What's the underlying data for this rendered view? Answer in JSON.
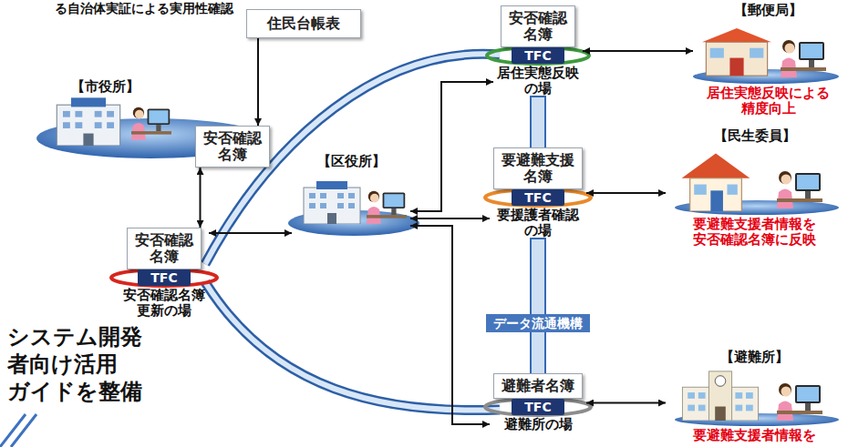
{
  "diagram": {
    "nodes": [
      {
        "text": [
          "住民台帳表"
        ]
      },
      {
        "text": [
          "【市役所】"
        ]
      },
      {
        "text": [
          "安否確認 名簿"
        ]
      },
      {
        "text": [
          "安否確認 名簿",
          "TFC",
          "安否確認名簿 更新の場"
        ]
      },
      {
        "text": [
          "【区役所】"
        ]
      },
      {
        "text": [
          "安否確認 名簿",
          "TFC",
          "居住実態反映 の場"
        ]
      },
      {
        "text": [
          "【郵便局】",
          "居住実態反映による 精度向上"
        ]
      },
      {
        "text": [
          "要避難支援 名簿",
          "TFC",
          "要援護者確認 の場"
        ]
      },
      {
        "text": [
          "【民生委員】",
          "要避難支援者情報を 安否確認名簿に反映"
        ]
      },
      {
        "text": [
          "データ流通機構"
        ]
      },
      {
        "text": [
          "避難者名簿",
          "TFC",
          "避難所の場"
        ]
      },
      {
        "text": [
          "【避難所】",
          "要避難支援者情報を"
        ]
      }
    ],
    "edges": [
      {
        "from": 0,
        "to": 2,
        "arrow": "to"
      },
      {
        "from": 2,
        "to": 3,
        "arrow": "both"
      },
      {
        "from": 3,
        "to": 4,
        "arrow": "both"
      },
      {
        "from": 4,
        "to": 5,
        "arrow": "both"
      },
      {
        "from": 4,
        "to": 7,
        "arrow": "both"
      },
      {
        "from": 4,
        "to": 10,
        "arrow": "both"
      },
      {
        "from": 5,
        "to": 6,
        "arrow": "both"
      },
      {
        "from": 7,
        "to": 8,
        "arrow": "both"
      },
      {
        "from": 10,
        "to": 11,
        "arrow": "both"
      }
    ],
    "labels": [
      "る自治体実証による実用性確認",
      "システム開発 者向け活用 ガイドを整備"
    ]
  }
}
